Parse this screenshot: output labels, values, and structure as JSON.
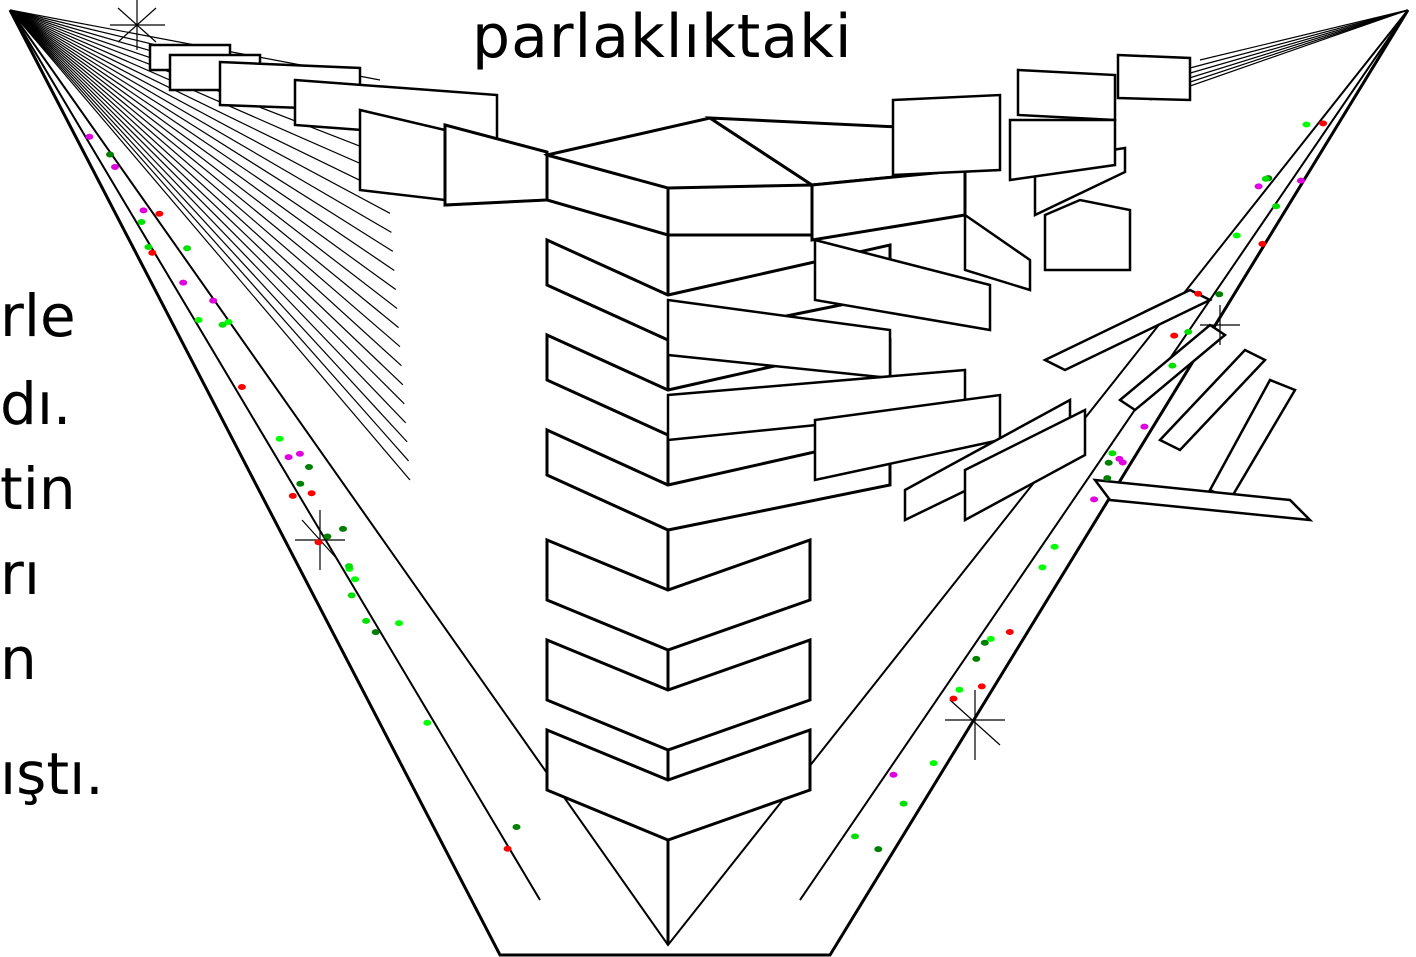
{
  "title": "parlaklıktaki",
  "text_fragments": [
    "rle",
    "dı.",
    "tin",
    "rı",
    "n",
    "ıştı."
  ],
  "colors": {
    "ink": "#000000",
    "background": "#ffffff",
    "dots": [
      "#ff0000",
      "#00e000",
      "#e000e0",
      "#008000",
      "#00ff00"
    ]
  }
}
